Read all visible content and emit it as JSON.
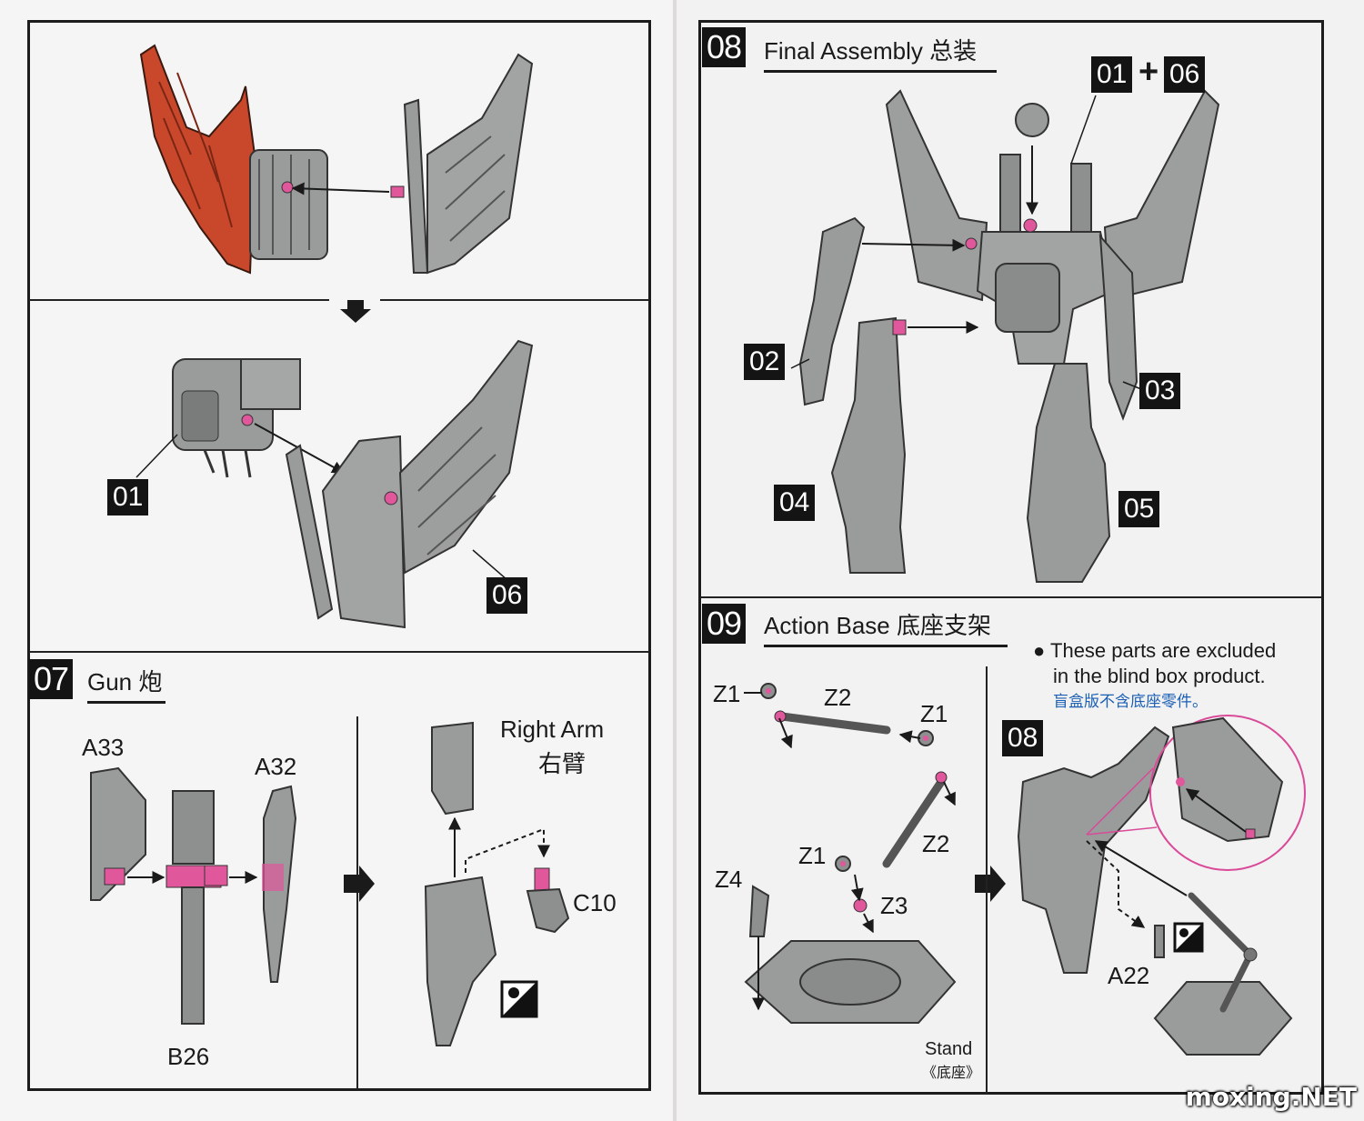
{
  "left_page": {
    "top_section": {
      "labels": {
        "part_a": "01",
        "part_b": "06"
      }
    },
    "step07": {
      "number": "07",
      "title": "Gun 炮",
      "parts": {
        "a33": "A33",
        "a32": "A32",
        "b26": "B26",
        "c10": "C10"
      },
      "right_arm_en": "Right Arm",
      "right_arm_cn": "右臂"
    }
  },
  "right_page": {
    "step08": {
      "number": "08",
      "title": "Final Assembly 总装",
      "combo": {
        "left": "01",
        "plus": "+",
        "right": "06"
      },
      "parts": {
        "p02": "02",
        "p03": "03",
        "p04": "04",
        "p05": "05"
      }
    },
    "step09": {
      "number": "09",
      "title": "Action Base 底座支架",
      "parts": {
        "z1_a": "Z1",
        "z2_a": "Z2",
        "z1_b": "Z1",
        "z2_b": "Z2",
        "z1_c": "Z1",
        "z3": "Z3",
        "z4": "Z4",
        "a22": "A22"
      },
      "stand_en": "Stand",
      "stand_cn": "《底座》",
      "note_line1": "These parts are excluded",
      "note_line2": "in the blind box product.",
      "note_cn": "盲盒版不含底座零件。",
      "ref_step": "08"
    }
  },
  "watermark": "moxing.NET",
  "colors": {
    "part_gray": "#9a9b9b",
    "part_gray_dark": "#5e5f60",
    "highlight_red": "#c9482c",
    "joint_pink": "#e0579b",
    "label_black": "#141414",
    "note_blue": "#1a5fb4"
  }
}
